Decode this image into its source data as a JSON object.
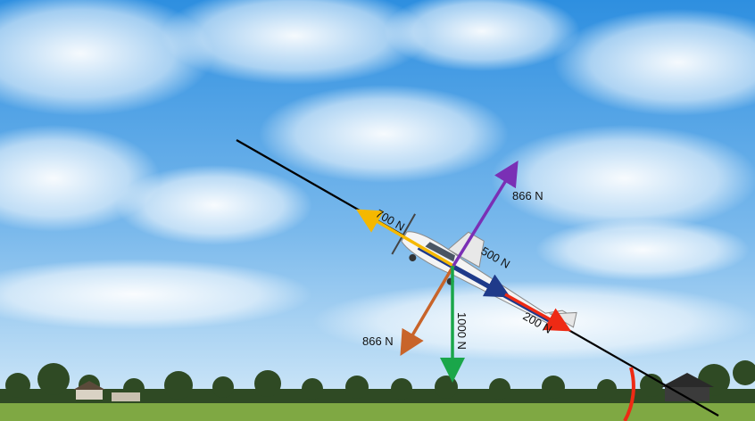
{
  "labels": {
    "force_700": "700 N",
    "force_500": "500 N",
    "force_866_up": "866 N",
    "force_866_down": "866 N",
    "force_1000": "1000 N",
    "force_200": "200 N"
  },
  "colors": {
    "sky_top": "#2e8fe0",
    "sky_bottom": "#cfe6f7",
    "grass": "#7fa843",
    "incline_line": "#000000",
    "force_700": "#f5b800",
    "force_500": "#1f3a8a",
    "force_866_up": "#7a2fb5",
    "force_866_down": "#c8642a",
    "force_1000": "#1aa64a",
    "force_200": "#ee2a14",
    "angle_arc": "#ee2a14"
  },
  "icons": {
    "airplane": "airplane-icon",
    "trees": "tree-line"
  }
}
